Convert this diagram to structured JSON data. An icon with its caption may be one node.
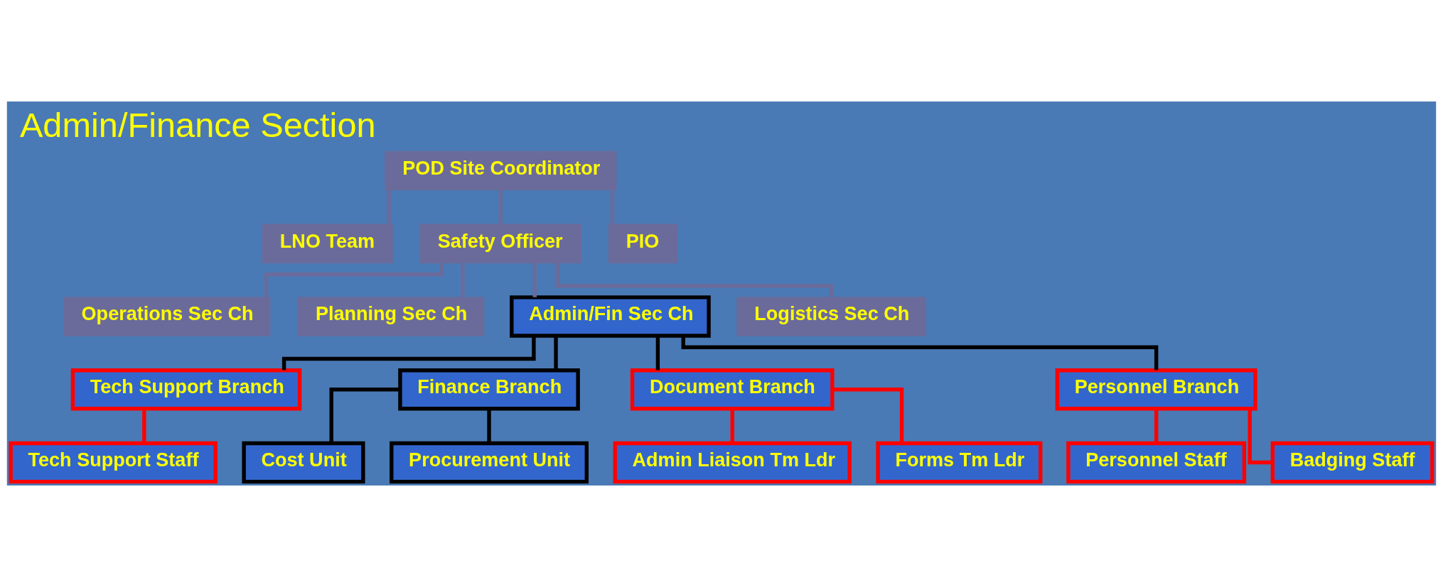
{
  "diagram": {
    "title": "Admin/Finance Section",
    "nodes": [
      {
        "text": [
          "POD Site Coordinator"
        ]
      },
      {
        "text": [
          "LNO Team"
        ]
      },
      {
        "text": [
          "Safety Officer"
        ]
      },
      {
        "text": [
          "PIO"
        ]
      },
      {
        "text": [
          "Operations Sec Ch"
        ]
      },
      {
        "text": [
          "Planning Sec Ch"
        ]
      },
      {
        "text": [
          "Admin/Fin Sec Ch"
        ]
      },
      {
        "text": [
          "Logistics Sec Ch"
        ]
      },
      {
        "text": [
          "Tech Support Branch"
        ]
      },
      {
        "text": [
          "Tech Support Staff"
        ]
      },
      {
        "text": [
          "Finance Branch"
        ]
      },
      {
        "text": [
          "Cost Unit"
        ]
      },
      {
        "text": [
          "Procurement Unit"
        ]
      },
      {
        "text": [
          "Document Branch"
        ]
      },
      {
        "text": [
          "Admin Liaison Tm Ldr"
        ]
      },
      {
        "text": [
          "Forms Tm Ldr"
        ]
      },
      {
        "text": [
          "Personnel Branch"
        ]
      },
      {
        "text": [
          "Personnel Staff"
        ]
      },
      {
        "text": [
          "Badging Staff"
        ]
      }
    ],
    "edges": [
      {
        "from": 0,
        "to": 1,
        "arrow": "none"
      },
      {
        "from": 0,
        "to": 2,
        "arrow": "none"
      },
      {
        "from": 0,
        "to": 3,
        "arrow": "none"
      },
      {
        "from": 2,
        "to": 4,
        "arrow": "none"
      },
      {
        "from": 2,
        "to": 5,
        "arrow": "none"
      },
      {
        "from": 2,
        "to": 6,
        "arrow": "none"
      },
      {
        "from": 2,
        "to": 7,
        "arrow": "none"
      },
      {
        "from": 6,
        "to": 8,
        "arrow": "none",
        "color": "#000000"
      },
      {
        "from": 6,
        "to": 10,
        "arrow": "none",
        "color": "#000000"
      },
      {
        "from": 6,
        "to": 13,
        "arrow": "none",
        "color": "#000000"
      },
      {
        "from": 6,
        "to": 16,
        "arrow": "none",
        "color": "#000000"
      },
      {
        "from": 8,
        "to": 9,
        "arrow": "none",
        "color": "#ff0000"
      },
      {
        "from": 10,
        "to": 11,
        "arrow": "none",
        "color": "#000000"
      },
      {
        "from": 10,
        "to": 12,
        "arrow": "none",
        "color": "#000000"
      },
      {
        "from": 13,
        "to": 14,
        "arrow": "none",
        "color": "#ff0000"
      },
      {
        "from": 13,
        "to": 15,
        "arrow": "none",
        "color": "#ff0000"
      },
      {
        "from": 16,
        "to": 17,
        "arrow": "none",
        "color": "#ff0000"
      },
      {
        "from": 16,
        "to": 18,
        "arrow": "none",
        "color": "#ff0000"
      }
    ]
  }
}
